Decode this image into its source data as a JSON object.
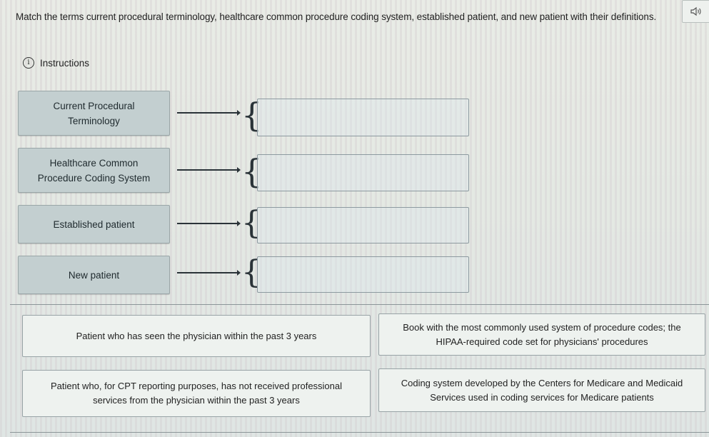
{
  "prompt": "Match the terms current procedural terminology, healthcare common procedure coding system, established patient, and new patient with their definitions.",
  "instructions_label": "Instructions",
  "terms": [
    {
      "line1": "Current Procedural",
      "line2": "Terminology"
    },
    {
      "line1": "Healthcare Common",
      "line2": "Procedure Coding System"
    },
    {
      "line1": "Established patient",
      "line2": ""
    },
    {
      "line1": "New patient",
      "line2": ""
    }
  ],
  "definitions": [
    {
      "line1": "Patient who has seen the physician within the past 3 years",
      "line2": ""
    },
    {
      "line1": "Book with the most commonly used system of procedure codes; the",
      "line2": "HIPAA-required code set for physicians' procedures"
    },
    {
      "line1": "Patient who, for CPT reporting purposes, has not received professional",
      "line2": "services from the physician within the past 3 years"
    },
    {
      "line1": "Coding system developed by the Centers for Medicare and Medicaid",
      "line2": "Services used in coding services for Medicare patients"
    }
  ],
  "icons": {
    "speaker": "speaker-icon",
    "info": "info-icon"
  }
}
